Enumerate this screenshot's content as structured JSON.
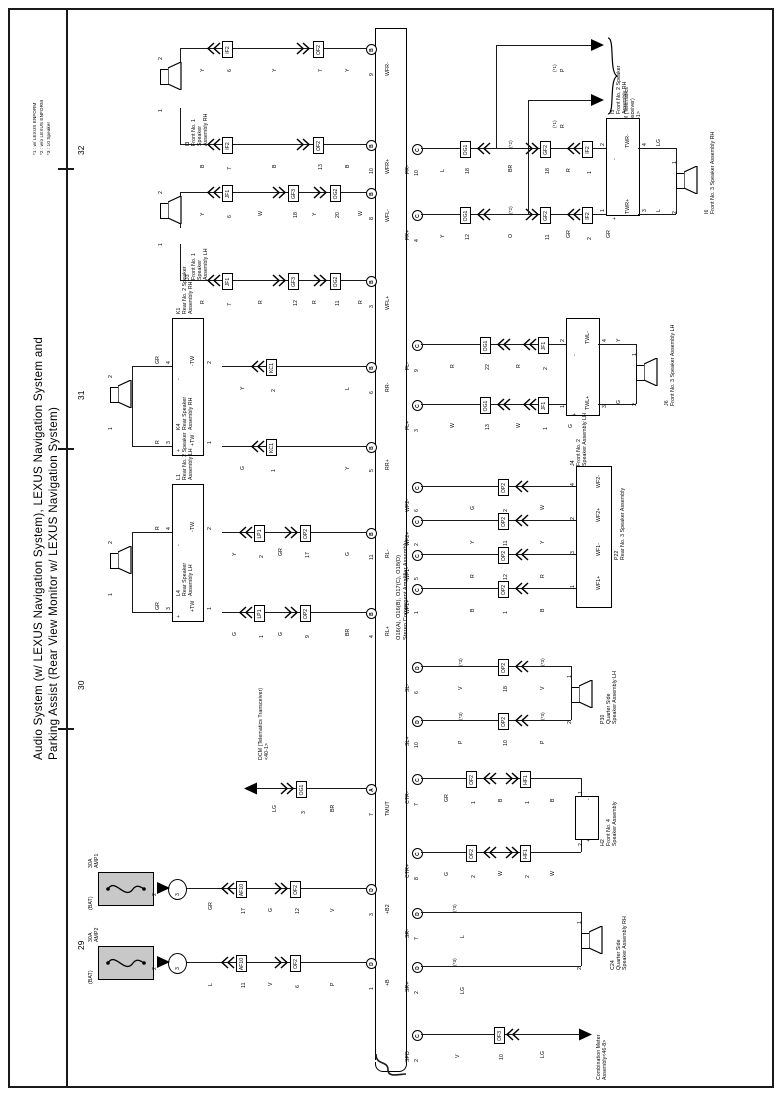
{
  "sheet": {
    "title_line1": "Audio System (w/ LEXUS Navigation System), LEXUS Navigation System and",
    "title_line2": "Parking Assist (Rear View Monitor w/ LEXUS Navigation System)",
    "notes": [
      "*1 : w/ LEXUS ENFORM",
      "*2 : w/o LEXUS ENFORM",
      "*3 : 10 Speaker"
    ],
    "column_numbers": [
      "32",
      "31",
      "30",
      "29"
    ]
  },
  "amplifier": {
    "code": "O16(A), O16(B), O17(C), O18(D)",
    "name": "Stereo Component Amplifier Assembly",
    "left_terminals": [
      {
        "label": "WFR-",
        "pin": "9",
        "conn": "B"
      },
      {
        "label": "WFR+",
        "pin": "10",
        "conn": "B"
      },
      {
        "label": "WFL-",
        "pin": "8",
        "conn": "B"
      },
      {
        "label": "WFL+",
        "pin": "3",
        "conn": "B"
      },
      {
        "label": "RR-",
        "pin": "6",
        "conn": "B"
      },
      {
        "label": "RR+",
        "pin": "5",
        "conn": "B"
      },
      {
        "label": "RL-",
        "pin": "11",
        "conn": "B"
      },
      {
        "label": "RL+",
        "pin": "4",
        "conn": "B"
      },
      {
        "label": "TMUT",
        "pin": "7",
        "conn": "A"
      },
      {
        "label": "+B2",
        "pin": "3",
        "conn": "D"
      },
      {
        "label": "+B",
        "pin": "1",
        "conn": "D"
      },
      {
        "label": "SPD",
        "pin": "2",
        "conn": "C"
      }
    ],
    "right_terminals": [
      {
        "label": "FR-",
        "pin": "10",
        "conn": "C"
      },
      {
        "label": "FR+",
        "pin": "4",
        "conn": "C"
      },
      {
        "label": "FL-",
        "pin": "9",
        "conn": "C"
      },
      {
        "label": "FL+",
        "pin": "3",
        "conn": "C"
      },
      {
        "label": "WF2-",
        "pin": "6",
        "conn": "C"
      },
      {
        "label": "WF2+",
        "pin": "2",
        "conn": "C"
      },
      {
        "label": "WF1-",
        "pin": "5",
        "conn": "C"
      },
      {
        "label": "WF1+",
        "pin": "1",
        "conn": "C"
      },
      {
        "label": "SL-",
        "pin": "6",
        "conn": "D"
      },
      {
        "label": "SL+",
        "pin": "10",
        "conn": "D"
      },
      {
        "label": "CTR-",
        "pin": "7",
        "conn": "C"
      },
      {
        "label": "CTR+",
        "pin": "8",
        "conn": "C"
      },
      {
        "label": "SR-",
        "pin": "7",
        "conn": "D"
      },
      {
        "label": "SR+",
        "pin": "2",
        "conn": "D"
      }
    ]
  },
  "components": [
    {
      "id": "I3",
      "name": "Front No. 1\nSpeaker\nAssembly RH"
    },
    {
      "id": "J3",
      "name": "Front No. 1\nSpeaker\nAssembly LH"
    },
    {
      "id": "K1",
      "name": "Rear No. 2 Speaker\nAssembly RH"
    },
    {
      "id": "K4",
      "name": "Rear Speaker\nAssembly RH"
    },
    {
      "id": "L1",
      "name": "Rear No. 2 Speaker\nAssembly LH"
    },
    {
      "id": "L4",
      "name": "Rear Speaker\nAssembly LH"
    },
    {
      "id": "I5",
      "name": "Front No. 2 Speaker\nAssembly RH"
    },
    {
      "id": "I6",
      "name": "Front No. 3 Speaker Assembly RH"
    },
    {
      "id": "J4",
      "name": "Front No. 2\nSpeaker Assembly LH"
    },
    {
      "id": "J6",
      "name": "Front No. 3 Speaker Assembly LH"
    },
    {
      "id": "P22",
      "name": "Rear No. 3 Speaker Assembly"
    },
    {
      "id": "P30",
      "name": "Quarter Side\nSpeaker Assembly LH"
    },
    {
      "id": "H2",
      "name": "Front No. 4\nSpeaker Assembly"
    },
    {
      "id": "C24",
      "name": "Quarter Side\nSpeaker Assembly RH"
    }
  ],
  "external": [
    {
      "name": "DCM (Telematics\nTransceiver)",
      "ref": "<40-1>"
    },
    {
      "name": "DCM (Telematics\nTransceiver)",
      "ref": "<40-1>"
    },
    {
      "name": "DCM (Telematics Transceiver)",
      "ref": "<40-1>"
    },
    {
      "name": "Combination Meter\nAssembly",
      "ref": "<46-8>"
    }
  ],
  "power": [
    {
      "source": "(BAT)",
      "fuse": "30A\nAMP1",
      "fuse_pin": "2",
      "junction": "3"
    },
    {
      "source": "(BAT)",
      "fuse": "30A\nAMP2",
      "fuse_pin": "2",
      "junction": "3"
    }
  ],
  "connectors": [
    "IF2",
    "OF2",
    "JF1",
    "GF3",
    "OG2",
    "AF10",
    "OG1",
    "OF3",
    "KC1",
    "OP2",
    "LP1",
    "GF2",
    "IF2",
    "HF1",
    "OF2",
    "OP2",
    "OG1"
  ],
  "wire_colors": [
    "Y",
    "B",
    "W",
    "R",
    "G",
    "GR",
    "L",
    "V",
    "P",
    "BR",
    "LG"
  ],
  "speaker_box_terminals": {
    "rear_rh": [
      "+TW",
      "-TW"
    ],
    "rear_lh": [
      "+TW",
      "-TW"
    ],
    "front2_rh": [
      "TWR+",
      "TWR-"
    ],
    "front2_lh": [
      "TWL+",
      "TWL-"
    ],
    "woofer": [
      "WF1+",
      "WF1-",
      "WF2+",
      "WF2-"
    ]
  },
  "nets": [
    {
      "terminal": "WFR-",
      "pin": "9",
      "colors": [
        "Y",
        "Y",
        "Y"
      ],
      "conns": [
        {
          "id": "OF2",
          "pin": "7"
        },
        {
          "id": "IF2",
          "pin": "6"
        }
      ],
      "target": "I3"
    },
    {
      "terminal": "WFR+",
      "pin": "10",
      "colors": [
        "B",
        "B",
        "B"
      ],
      "conns": [
        {
          "id": "OF2",
          "pin": "13"
        },
        {
          "id": "IF2",
          "pin": "7"
        }
      ],
      "target": "I3"
    },
    {
      "terminal": "WFL-",
      "pin": "8",
      "colors": [
        "W",
        "Y",
        "W",
        "Y"
      ],
      "conns": [
        {
          "id": "OG2",
          "pin": "20"
        },
        {
          "id": "GF3",
          "pin": "18"
        },
        {
          "id": "JF1",
          "pin": "6"
        }
      ],
      "target": "J3"
    },
    {
      "terminal": "WFL+",
      "pin": "3",
      "colors": [
        "R",
        "R",
        "R",
        "R"
      ],
      "conns": [
        {
          "id": "OG2",
          "pin": "11"
        },
        {
          "id": "GF3",
          "pin": "12"
        },
        {
          "id": "JF1",
          "pin": "7"
        }
      ],
      "target": "J3"
    },
    {
      "terminal": "RR-",
      "pin": "6",
      "colors": [
        "L",
        "Y",
        "GR"
      ],
      "conns": [
        {
          "id": "KC1",
          "pin": "2"
        }
      ],
      "target": "K1"
    },
    {
      "terminal": "RR+",
      "pin": "5",
      "colors": [
        "Y",
        "G",
        "R"
      ],
      "conns": [
        {
          "id": "KC1",
          "pin": "1"
        }
      ],
      "target": "K1"
    },
    {
      "terminal": "RL-",
      "pin": "11",
      "colors": [
        "G",
        "GR",
        "Y",
        "R"
      ],
      "conns": [
        {
          "id": "OP2",
          "pin": "17"
        },
        {
          "id": "LP1",
          "pin": "2"
        }
      ],
      "target": "L1"
    },
    {
      "terminal": "RL+",
      "pin": "4",
      "colors": [
        "BR",
        "G",
        "G",
        "GR"
      ],
      "conns": [
        {
          "id": "OP2",
          "pin": "9"
        },
        {
          "id": "LP1",
          "pin": "1"
        }
      ],
      "target": "L1"
    },
    {
      "terminal": "FR-",
      "pin": "10",
      "colors": [
        "L",
        "BR",
        "R",
        "R",
        "R"
      ],
      "conns": [
        {
          "id": "OG1",
          "pin": "18"
        },
        {
          "id": "GF2",
          "pin": "18"
        },
        {
          "id": "IF2",
          "pin": "1"
        }
      ],
      "target": "I5"
    },
    {
      "terminal": "FR+",
      "pin": "4",
      "colors": [
        "Y",
        "O",
        "G",
        "GR",
        "GR"
      ],
      "conns": [
        {
          "id": "OG1",
          "pin": "12"
        },
        {
          "id": "GF2",
          "pin": "11"
        },
        {
          "id": "IF2",
          "pin": "2"
        }
      ],
      "target": "I5"
    },
    {
      "terminal": "FL-",
      "pin": "9",
      "colors": [
        "R",
        "R",
        "Y"
      ],
      "conns": [
        {
          "id": "OG1",
          "pin": "22"
        },
        {
          "id": "JF1",
          "pin": "2"
        }
      ],
      "target": "J4"
    },
    {
      "terminal": "FL+",
      "pin": "3",
      "colors": [
        "W",
        "W",
        "G"
      ],
      "conns": [
        {
          "id": "OG1",
          "pin": "13"
        },
        {
          "id": "JF1",
          "pin": "1"
        }
      ],
      "target": "J4"
    },
    {
      "terminal": "WF2-",
      "pin": "6",
      "colors": [
        "G",
        "W"
      ],
      "conns": [
        {
          "id": "OP2",
          "pin": "2"
        }
      ],
      "target": "P22"
    },
    {
      "terminal": "WF2+",
      "pin": "2",
      "colors": [
        "Y",
        "Y"
      ],
      "conns": [
        {
          "id": "OP2",
          "pin": "11"
        }
      ],
      "target": "P22"
    },
    {
      "terminal": "WF1-",
      "pin": "5",
      "colors": [
        "R",
        "R"
      ],
      "conns": [
        {
          "id": "OP2",
          "pin": "12"
        }
      ],
      "target": "P22"
    },
    {
      "terminal": "WF1+",
      "pin": "1",
      "colors": [
        "B",
        "B"
      ],
      "conns": [
        {
          "id": "OP2",
          "pin": "1"
        }
      ],
      "target": "P22"
    },
    {
      "terminal": "SL-",
      "pin": "6",
      "colors": [
        "V",
        "V"
      ],
      "conns": [
        {
          "id": "OP2",
          "pin": "18"
        }
      ],
      "target": "P30",
      "marks": [
        "(*3)",
        "(*3)"
      ]
    },
    {
      "terminal": "SL+",
      "pin": "10",
      "colors": [
        "P",
        "P"
      ],
      "conns": [
        {
          "id": "OP2",
          "pin": "10"
        }
      ],
      "target": "P30",
      "marks": [
        "(*3)",
        "(*3)"
      ]
    },
    {
      "terminal": "TMUT",
      "pin": "7",
      "colors": [
        "BR",
        "LG"
      ],
      "conns": [
        {
          "id": "OG1",
          "pin": "3"
        }
      ],
      "target": "DCM"
    },
    {
      "terminal": "CTR-",
      "pin": "7",
      "colors": [
        "GR",
        "B",
        "B"
      ],
      "conns": [
        {
          "id": "OF2",
          "pin": "1"
        },
        {
          "id": "HF1",
          "pin": "1"
        }
      ],
      "target": "H2"
    },
    {
      "terminal": "CTR+",
      "pin": "8",
      "colors": [
        "G",
        "W",
        "W"
      ],
      "conns": [
        {
          "id": "OF2",
          "pin": "2"
        },
        {
          "id": "HF1",
          "pin": "2"
        }
      ],
      "target": "H2"
    },
    {
      "terminal": "SR-",
      "pin": "7",
      "colors": [
        "L"
      ],
      "conns": [],
      "target": "C24",
      "marks": [
        "(*3)"
      ]
    },
    {
      "terminal": "SR+",
      "pin": "2",
      "colors": [
        "LG"
      ],
      "conns": [],
      "target": "C24",
      "marks": [
        "(*3)"
      ]
    },
    {
      "terminal": "+B2",
      "pin": "3",
      "colors": [
        "V",
        "G",
        "GR"
      ],
      "conns": [
        {
          "id": "OF2",
          "pin": "12"
        },
        {
          "id": "AF10",
          "pin": "17"
        }
      ],
      "target": "BAT1"
    },
    {
      "terminal": "+B",
      "pin": "1",
      "colors": [
        "P",
        "V",
        "L"
      ],
      "conns": [
        {
          "id": "OF2",
          "pin": "6"
        },
        {
          "id": "AF10",
          "pin": "11"
        }
      ],
      "target": "BAT2"
    },
    {
      "terminal": "SPD",
      "pin": "2",
      "colors": [
        "V",
        "LG"
      ],
      "conns": [
        {
          "id": "OF3",
          "pin": "10"
        }
      ],
      "target": "METER"
    }
  ]
}
